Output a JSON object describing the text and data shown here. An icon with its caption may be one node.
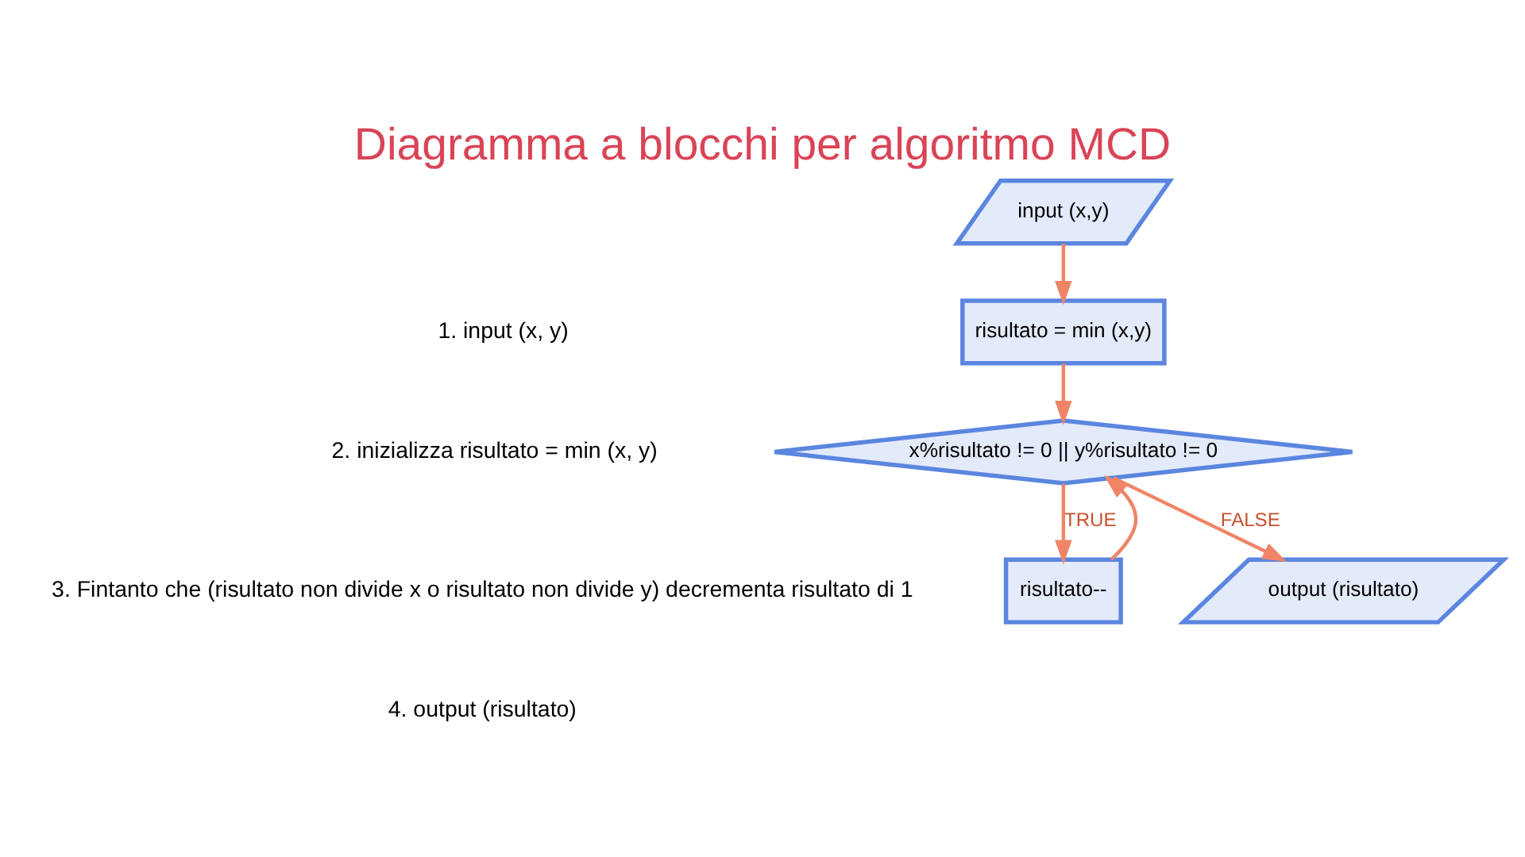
{
  "diagram": {
    "title": "Diagramma a blocchi per algoritmo MCD",
    "nodes": [
      {
        "text": [
          "input (x,y)"
        ]
      },
      {
        "text": [
          "risultato = min (x,y)"
        ]
      },
      {
        "text": [
          "x%risultato != 0 || y%risultato != 0"
        ]
      },
      {
        "text": [
          "risultato--"
        ]
      },
      {
        "text": [
          "output (risultato)"
        ]
      }
    ],
    "edges": [
      {
        "from": 0,
        "to": 1,
        "arrow": "to"
      },
      {
        "from": 1,
        "to": 2,
        "arrow": "to"
      },
      {
        "from": 2,
        "to": 4,
        "arrow": "to",
        "label": "FALSE"
      },
      {
        "from": 2,
        "to": 3,
        "arrow": "to",
        "label": "TRUE"
      },
      {
        "from": 3,
        "to": 2,
        "arrow": "to"
      }
    ],
    "labels": [
      "1. input (x, y)",
      "2. inizializza risultato = min (x, y)",
      "3. Fintanto che (risultato non divide x o risultato non divide y) decrementa risultato di 1",
      "4. output (risultato)"
    ]
  }
}
